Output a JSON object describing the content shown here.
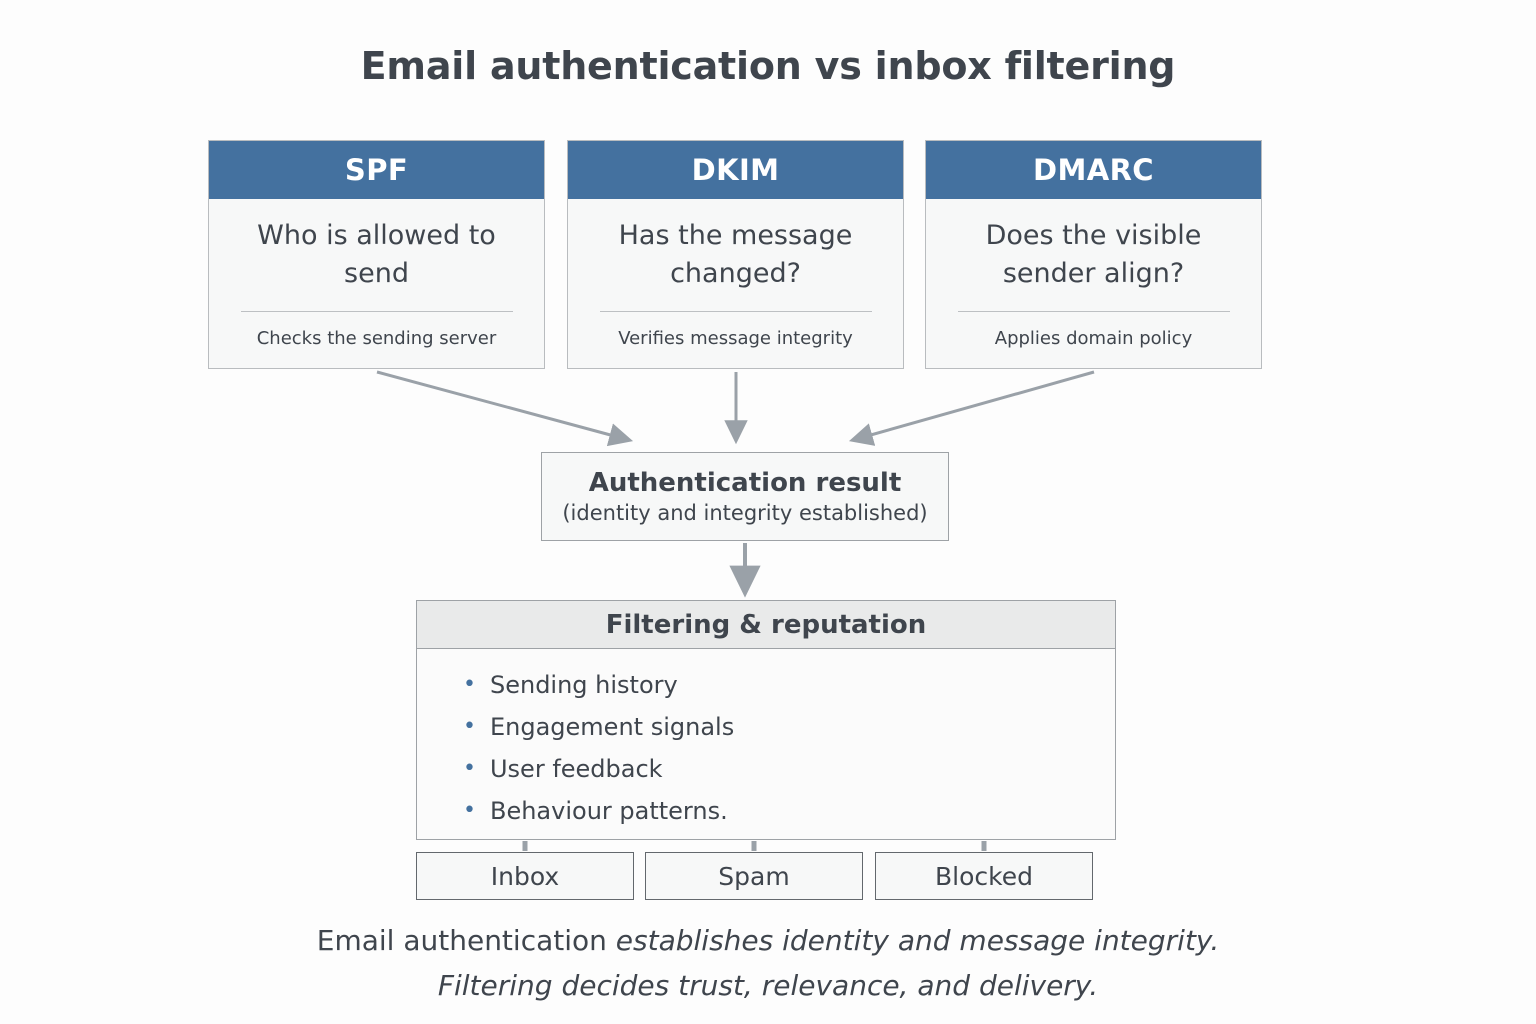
{
  "page": {
    "title": "Email authentication vs inbox filtering",
    "background": "#fdfdfd",
    "accent_blue": "#44719f",
    "text_color": "#3f454d",
    "border_color": "#9ea2a6",
    "connector_color": "#9aa1a8"
  },
  "pillars": [
    {
      "name": "SPF",
      "question": "Who is allowed to send",
      "note": "Checks the sending server"
    },
    {
      "name": "DKIM",
      "question": "Has the message changed?",
      "note": "Verifies message integrity"
    },
    {
      "name": "DMARC",
      "question": "Does the visible sender align?",
      "note": "Applies domain policy"
    }
  ],
  "auth_result": {
    "title": "Authentication result",
    "subtitle": "(identity and integrity established)"
  },
  "filtering": {
    "header": "Filtering & reputation",
    "bullet_glyph": "•",
    "items": [
      "Sending history",
      "Engagement signals",
      "User feedback",
      "Behaviour patterns."
    ]
  },
  "outcomes": [
    "Inbox",
    "Spam",
    "Blocked"
  ],
  "caption": {
    "line1_upright": "Email authentication ",
    "line1_italic": "establishes identity and message integrity.",
    "line2_italic": "Filtering decides trust, relevance, and delivery."
  }
}
